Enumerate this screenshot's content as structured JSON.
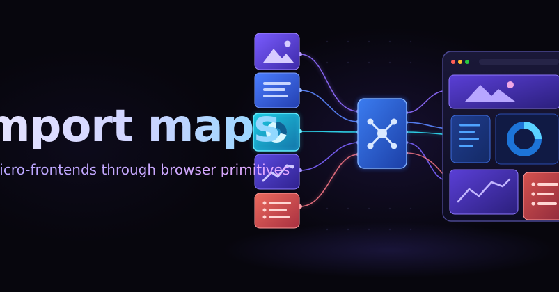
{
  "hero": {
    "title": "Import maps",
    "subtitle": "Micro-frontends through browser primitives"
  },
  "colors": {
    "background": "#07060d",
    "accent_purple": "#6d4cff",
    "accent_blue": "#3a6cff",
    "accent_cyan": "#22c9e6",
    "accent_red": "#e0534f",
    "hub": "#2a5fd6"
  },
  "modules": [
    {
      "name": "image-module",
      "icon": "image-icon",
      "color": "#6d4cff"
    },
    {
      "name": "text-module",
      "icon": "text-lines-icon",
      "color": "#3a6cff"
    },
    {
      "name": "chart-module",
      "icon": "pie-chart-icon",
      "color": "#1fb6d6"
    },
    {
      "name": "analytics-module",
      "icon": "line-chart-icon",
      "color": "#5a46d8"
    },
    {
      "name": "list-module",
      "icon": "list-icon",
      "color": "#e0534f"
    }
  ],
  "hub": {
    "icon": "network-hub-icon"
  },
  "browser": {
    "window_dots": [
      "#ff5f57",
      "#ffbd2e",
      "#28c840"
    ],
    "panels": [
      "hero-image-panel",
      "text-panel",
      "donut-chart-panel",
      "line-chart-panel",
      "list-panel"
    ]
  }
}
